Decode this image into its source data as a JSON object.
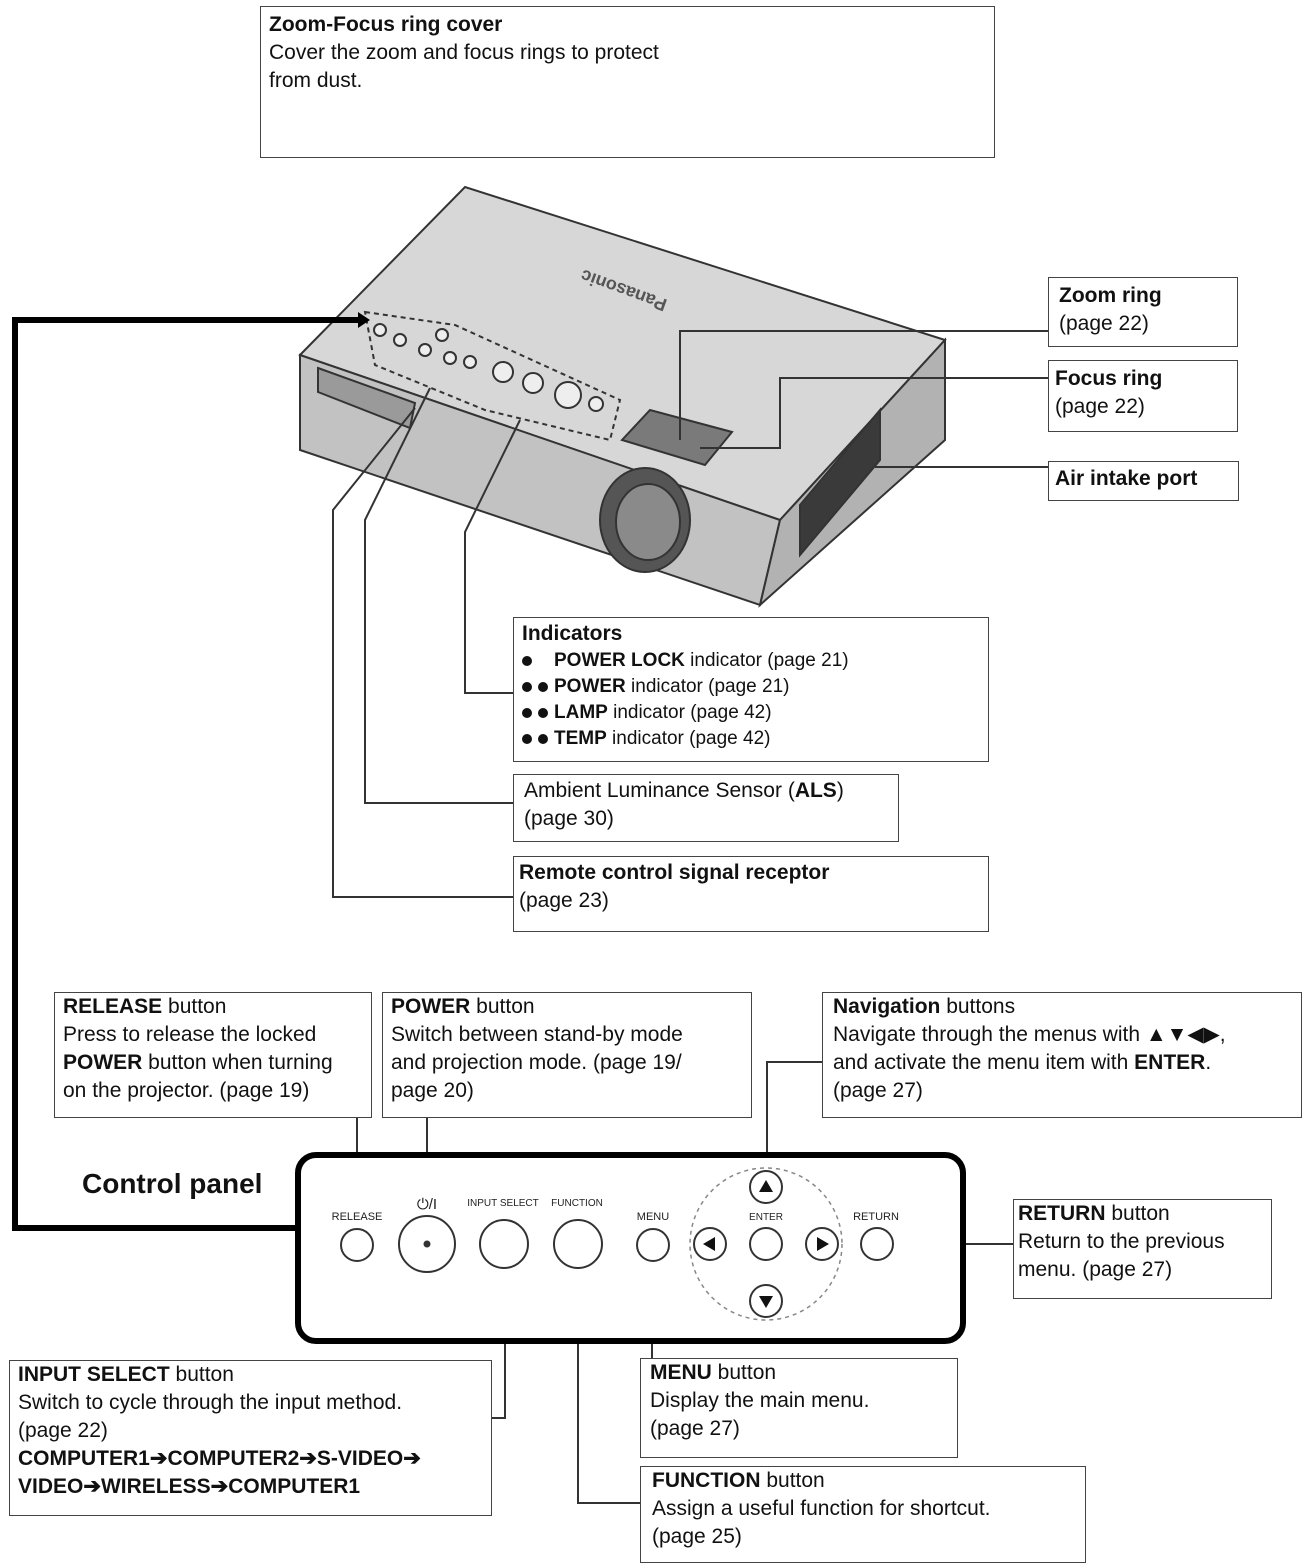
{
  "zoom_focus_cover": {
    "title": "Zoom-Focus ring cover",
    "desc_1": "Cover the zoom and focus rings to protect",
    "desc_2": "from dust."
  },
  "projector": {
    "logo": "Panasonic"
  },
  "zoom_ring": {
    "title": "Zoom ring",
    "page": "(page 22)"
  },
  "focus_ring": {
    "title": "Focus ring",
    "page": "(page 22)"
  },
  "air_intake": {
    "title": "Air intake port"
  },
  "indicators": {
    "title": "Indicators",
    "items": [
      {
        "name": "POWER LOCK",
        "rest": " indicator (page 21)",
        "dots": 1
      },
      {
        "name": "POWER",
        "rest": " indicator (page 21)",
        "dots": 2
      },
      {
        "name": "LAMP",
        "rest": " indicator (page 42)",
        "dots": 2
      },
      {
        "name": "TEMP",
        "rest": " indicator (page 42)",
        "dots": 2
      }
    ]
  },
  "als": {
    "pre": "Ambient Luminance Sensor (",
    "bold": "ALS",
    "post": ")",
    "page": "(page 30)"
  },
  "remote": {
    "title": "Remote control signal receptor",
    "page": "(page 23)"
  },
  "release": {
    "title": "RELEASE",
    "title_rest": " button",
    "l1": "Press to release the locked",
    "l2_bold": "POWER",
    "l2_rest": " button when turning",
    "l3": "on the projector. (page 19)"
  },
  "power": {
    "title": "POWER",
    "title_rest": " button",
    "l1": "Switch between stand-by mode",
    "l2": "and projection mode. (page 19/",
    "l3": "page 20)"
  },
  "navigation": {
    "title": "Navigation",
    "title_rest": " buttons",
    "l1": "Navigate through the menus with ▲▼◀▶,",
    "l2_pre": "and activate the menu item with ",
    "l2_bold": "ENTER",
    "l2_post": ".",
    "l3": "(page 27)"
  },
  "control_panel": {
    "title": "Control panel",
    "labels": {
      "release": "RELEASE",
      "power": "⏻/I",
      "input_select": "INPUT SELECT",
      "function": "FUNCTION",
      "menu": "MENU",
      "enter": "ENTER",
      "return": "RETURN"
    }
  },
  "return_btn": {
    "title": "RETURN",
    "title_rest": " button",
    "l1": "Return to the previous",
    "l2": "menu. (page 27)"
  },
  "input_select": {
    "title": "INPUT SELECT",
    "title_rest": " button",
    "l1": "Switch to cycle through the input method.",
    "l2": "(page 22)",
    "l3": "COMPUTER1➔COMPUTER2➔S-VIDEO➔",
    "l4": "VIDEO➔WIRELESS➔COMPUTER1"
  },
  "menu_btn": {
    "title": "MENU",
    "title_rest": " button",
    "l1": "Display the main menu.",
    "l2": "(page 27)"
  },
  "function_btn": {
    "title": "FUNCTION",
    "title_rest": " button",
    "l1": "Assign a useful function for shortcut.",
    "l2": "(page 25)"
  }
}
